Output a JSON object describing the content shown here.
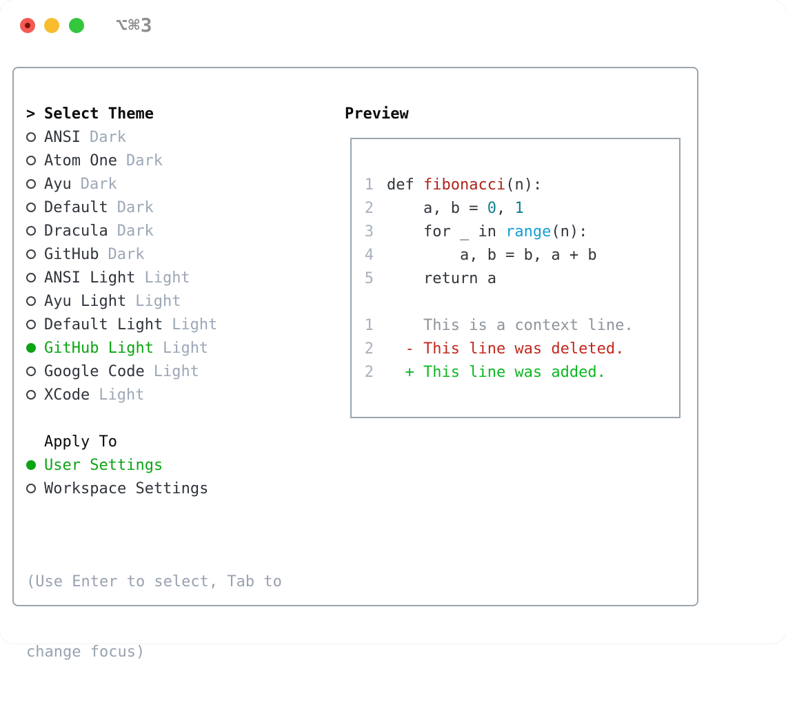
{
  "titlebar": {
    "shortcut": "⌥⌘3"
  },
  "theme_picker": {
    "prompt": ">",
    "title": "Select Theme",
    "themes": [
      {
        "name": "ANSI",
        "variant": "Dark",
        "selected": false
      },
      {
        "name": "Atom One",
        "variant": "Dark",
        "selected": false
      },
      {
        "name": "Ayu",
        "variant": "Dark",
        "selected": false
      },
      {
        "name": "Default",
        "variant": "Dark",
        "selected": false
      },
      {
        "name": "Dracula",
        "variant": "Dark",
        "selected": false
      },
      {
        "name": "GitHub",
        "variant": "Dark",
        "selected": false
      },
      {
        "name": "ANSI Light",
        "variant": "Light",
        "selected": false
      },
      {
        "name": "Ayu Light",
        "variant": "Light",
        "selected": false
      },
      {
        "name": "Default Light",
        "variant": "Light",
        "selected": false
      },
      {
        "name": "GitHub Light",
        "variant": "Light",
        "selected": true
      },
      {
        "name": "Google Code",
        "variant": "Light",
        "selected": false
      },
      {
        "name": "XCode",
        "variant": "Light",
        "selected": false
      }
    ],
    "apply_to": {
      "title": "Apply To",
      "options": [
        {
          "name": "User Settings",
          "selected": true
        },
        {
          "name": "Workspace Settings",
          "selected": false
        }
      ]
    },
    "footer": {
      "line1": "(Use Enter to select, Tab to",
      "line2": "change focus)"
    }
  },
  "preview": {
    "title": "Preview",
    "lines": [
      {
        "num": "1",
        "segments": [
          {
            "text": "def ",
            "style": "plain"
          },
          {
            "text": "fibonacci",
            "style": "function"
          },
          {
            "text": "(n):",
            "style": "plain"
          }
        ]
      },
      {
        "num": "2",
        "segments": [
          {
            "text": "    a, b = ",
            "style": "plain"
          },
          {
            "text": "0",
            "style": "number"
          },
          {
            "text": ", ",
            "style": "plain"
          },
          {
            "text": "1",
            "style": "number"
          }
        ]
      },
      {
        "num": "3",
        "segments": [
          {
            "text": "    for _ in ",
            "style": "plain"
          },
          {
            "text": "range",
            "style": "builtin"
          },
          {
            "text": "(n):",
            "style": "plain"
          }
        ]
      },
      {
        "num": "4",
        "segments": [
          {
            "text": "        a, b = b, a + b",
            "style": "plain"
          }
        ]
      },
      {
        "num": "5",
        "segments": [
          {
            "text": "    return a",
            "style": "plain"
          }
        ]
      },
      {
        "num": "",
        "segments": []
      },
      {
        "num": "1",
        "segments": [
          {
            "text": "    This is a context line.",
            "style": "context"
          }
        ]
      },
      {
        "num": "2",
        "segments": [
          {
            "text": "  - This line was deleted.",
            "style": "deleted"
          }
        ]
      },
      {
        "num": "2",
        "segments": [
          {
            "text": "  + This line was added.",
            "style": "added"
          }
        ]
      }
    ]
  },
  "colors": {
    "accent_green": "#0ca414",
    "badge_gray": "#9ca7b6",
    "text_dark": "#2f343b",
    "border_gray": "#9aa4ae",
    "footer_gray": "#98a2b0",
    "line_number_gray": "#a7b0bc",
    "syntax_function_red": "#ad241a",
    "syntax_builtin_blue": "#149fd6",
    "syntax_number_teal": "#0d808a",
    "diff_context_gray": "#8d949c",
    "diff_deleted_red": "#c1281e",
    "diff_added_green": "#0db723",
    "traffic_red": "#f45a52",
    "traffic_yellow": "#f7bd2f",
    "traffic_green": "#32c73c"
  }
}
